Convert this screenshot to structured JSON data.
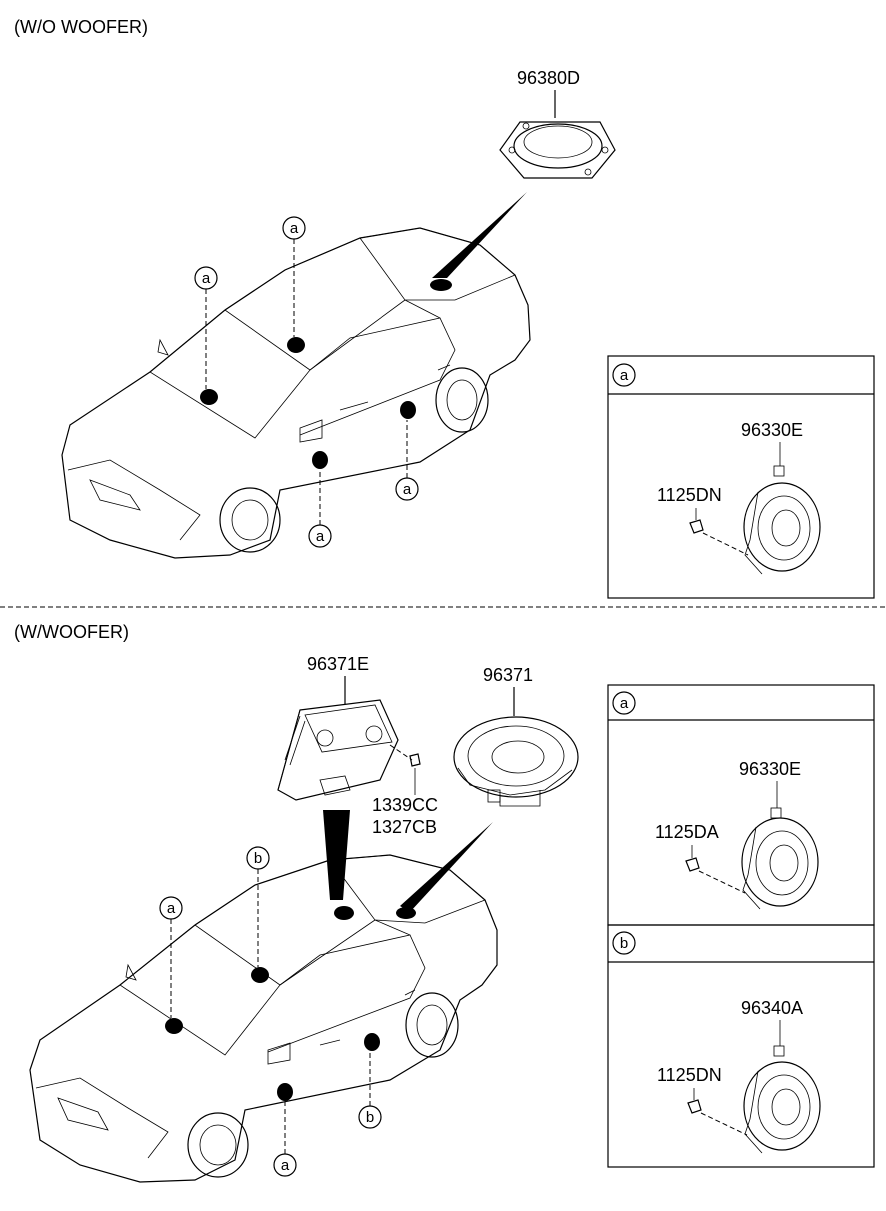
{
  "sections": {
    "without_woofer": {
      "title": "(W/O WOOFER)",
      "part_rear": "96380D",
      "callouts": [
        "a",
        "a",
        "a",
        "a"
      ],
      "detail_a": {
        "letter": "a",
        "speaker": "96330E",
        "screw": "1125DN"
      }
    },
    "with_woofer": {
      "title": "(W/WOOFER)",
      "amp": "96371E",
      "woofer": "96371",
      "nut_1": "1339CC",
      "nut_2": "1327CB",
      "callouts": [
        "a",
        "b",
        "b",
        "a"
      ],
      "detail_a": {
        "letter": "a",
        "speaker": "96330E",
        "screw": "1125DA"
      },
      "detail_b": {
        "letter": "b",
        "speaker": "96340A",
        "screw": "1125DN"
      }
    }
  }
}
